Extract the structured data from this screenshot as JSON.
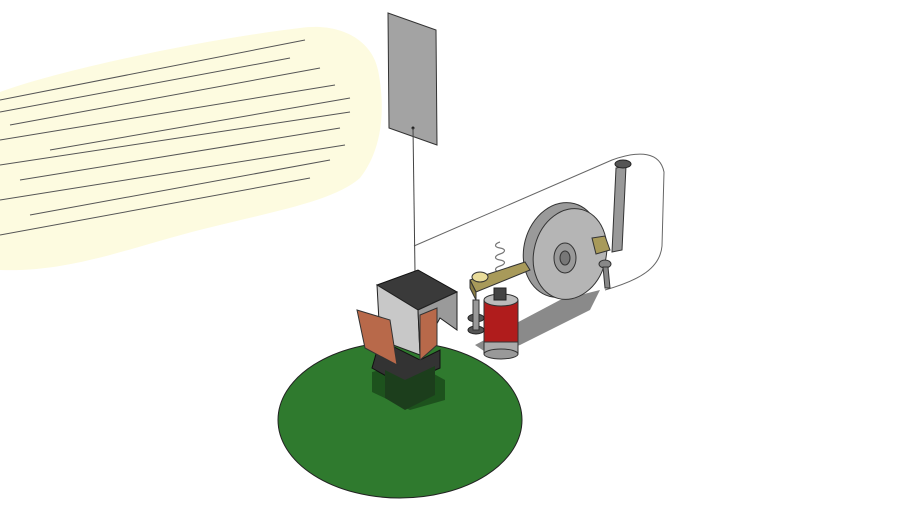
{
  "scene": {
    "colors": {
      "background": "#ffffff",
      "light_beam": "#fdfbe0",
      "card": "#a3a3a3",
      "ground": "#2f7a2e",
      "cube_top": "#3a3a3a",
      "copper": "#b8694a",
      "motor": "#b01c1c",
      "brass": "#a89a5a",
      "wheel": "#b5b5b5"
    },
    "components": [
      "light-beam",
      "reflective-card",
      "suspension-thread",
      "ground-disc",
      "magnet-cube",
      "copper-plates",
      "brass-arm",
      "coil-spring",
      "motor-cylinder",
      "gear-wheel",
      "support-post",
      "key-part",
      "frame-outline"
    ]
  }
}
